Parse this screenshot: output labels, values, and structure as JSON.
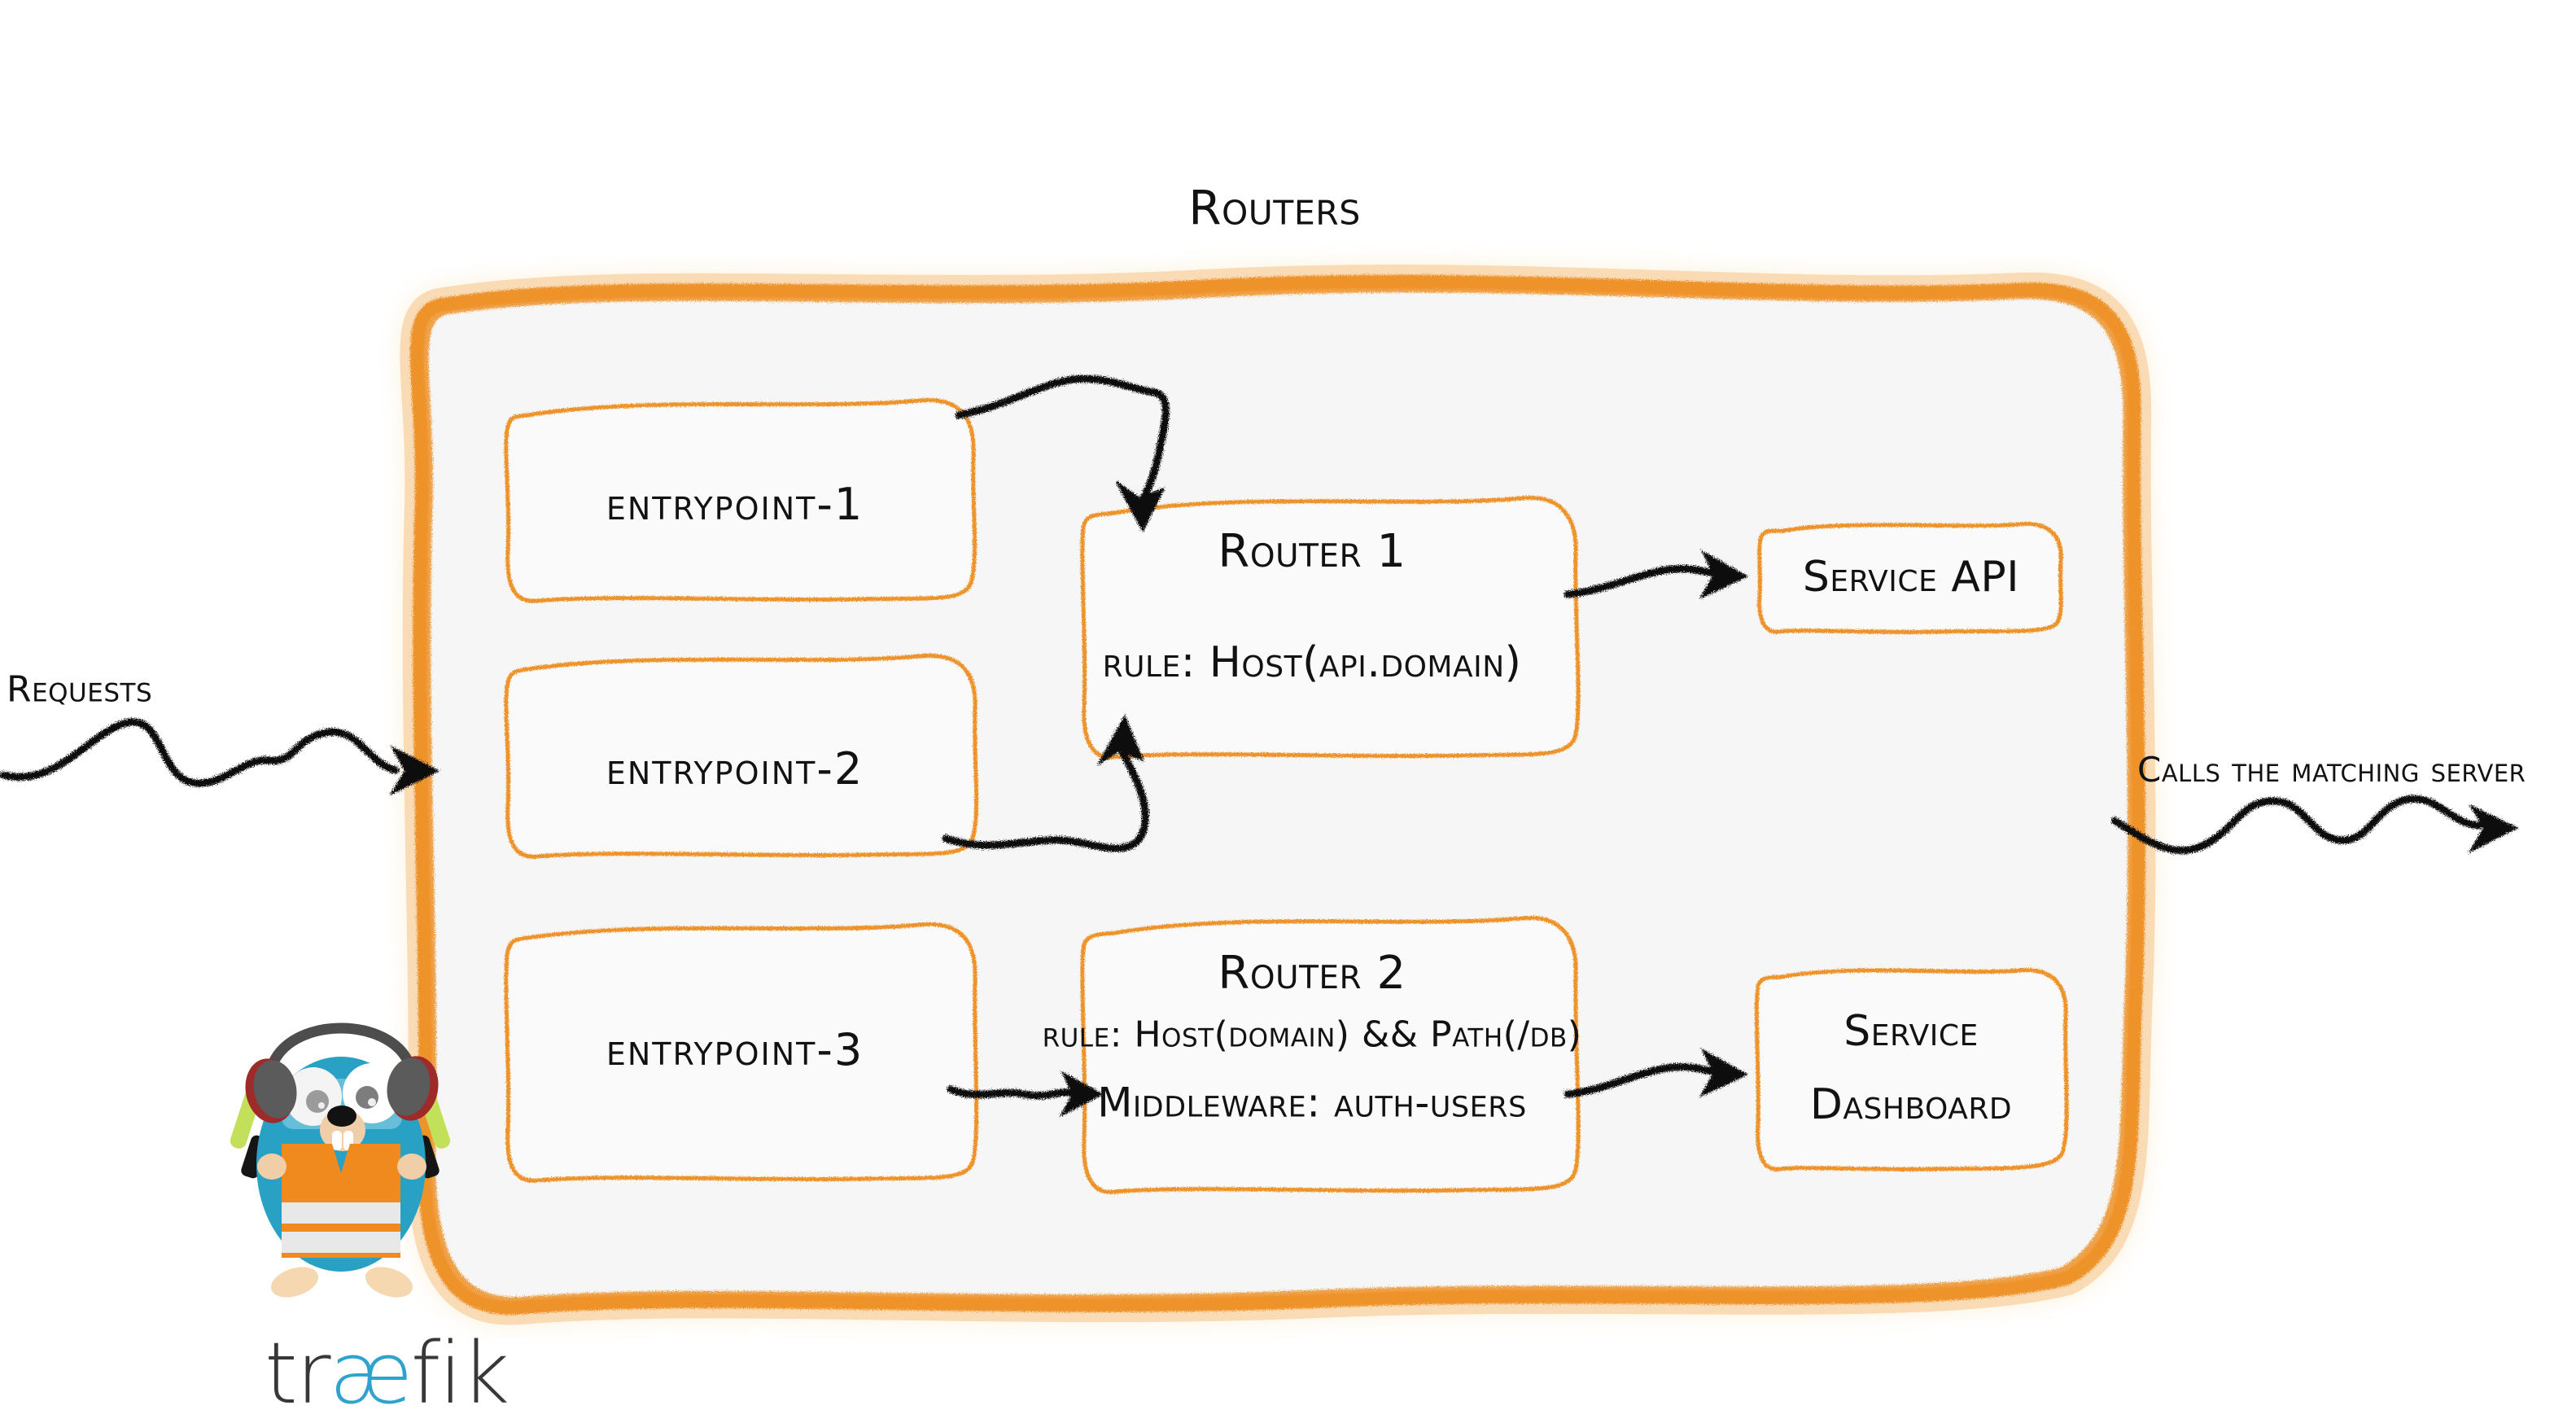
{
  "diagram": {
    "title": "Routers",
    "brand_color": "#EE922B",
    "panel_fill": "#F6F6F6",
    "ink_color": "#121212",
    "logo": {
      "wordmark_prefix": "tr",
      "wordmark_ligature": "æ",
      "wordmark_suffix": "fik",
      "mascot_name": "traefik-gopher-mascot",
      "mascot_colors": {
        "body": "#28A1C5",
        "vest": "#F08A1E",
        "vest_stripe": "#E8E8E8",
        "headphone_cup": "#5B5B5B",
        "headphone_trim": "#9E2A2A",
        "wand": "#C3E05B",
        "muzzle": "#F0CFA8"
      }
    },
    "labels": {
      "requests": "Requests",
      "calls_server": "Calls the matching server"
    },
    "entrypoints": [
      {
        "id": "entrypoint-1",
        "label": "entrypoint-1"
      },
      {
        "id": "entrypoint-2",
        "label": "entrypoint-2"
      },
      {
        "id": "entrypoint-3",
        "label": "entrypoint-3"
      }
    ],
    "routers": [
      {
        "id": "router-1",
        "title": "Router 1",
        "rule": "rule: Host(api.domain)",
        "middleware": null
      },
      {
        "id": "router-2",
        "title": "Router 2",
        "rule": "rule: Host(domain) && Path(/db)",
        "middleware": "Middleware: auth-users"
      }
    ],
    "services": [
      {
        "id": "service-api",
        "lines": [
          "Service API"
        ]
      },
      {
        "id": "service-dashboard",
        "lines": [
          "Service",
          "Dashboard"
        ]
      }
    ],
    "connections": [
      {
        "from": "requests",
        "to": "routers-panel",
        "style": "wavy-arrow"
      },
      {
        "from": "entrypoint-1",
        "to": "router-1",
        "style": "squiggle-arrow"
      },
      {
        "from": "entrypoint-2",
        "to": "router-1",
        "style": "squiggle-arrow"
      },
      {
        "from": "entrypoint-3",
        "to": "router-2",
        "style": "squiggle-arrow"
      },
      {
        "from": "router-1",
        "to": "service-api",
        "style": "squiggle-arrow"
      },
      {
        "from": "router-2",
        "to": "service-dashboard",
        "style": "squiggle-arrow"
      },
      {
        "from": "routers-panel",
        "to": "calls_server",
        "style": "wavy-arrow"
      }
    ]
  }
}
